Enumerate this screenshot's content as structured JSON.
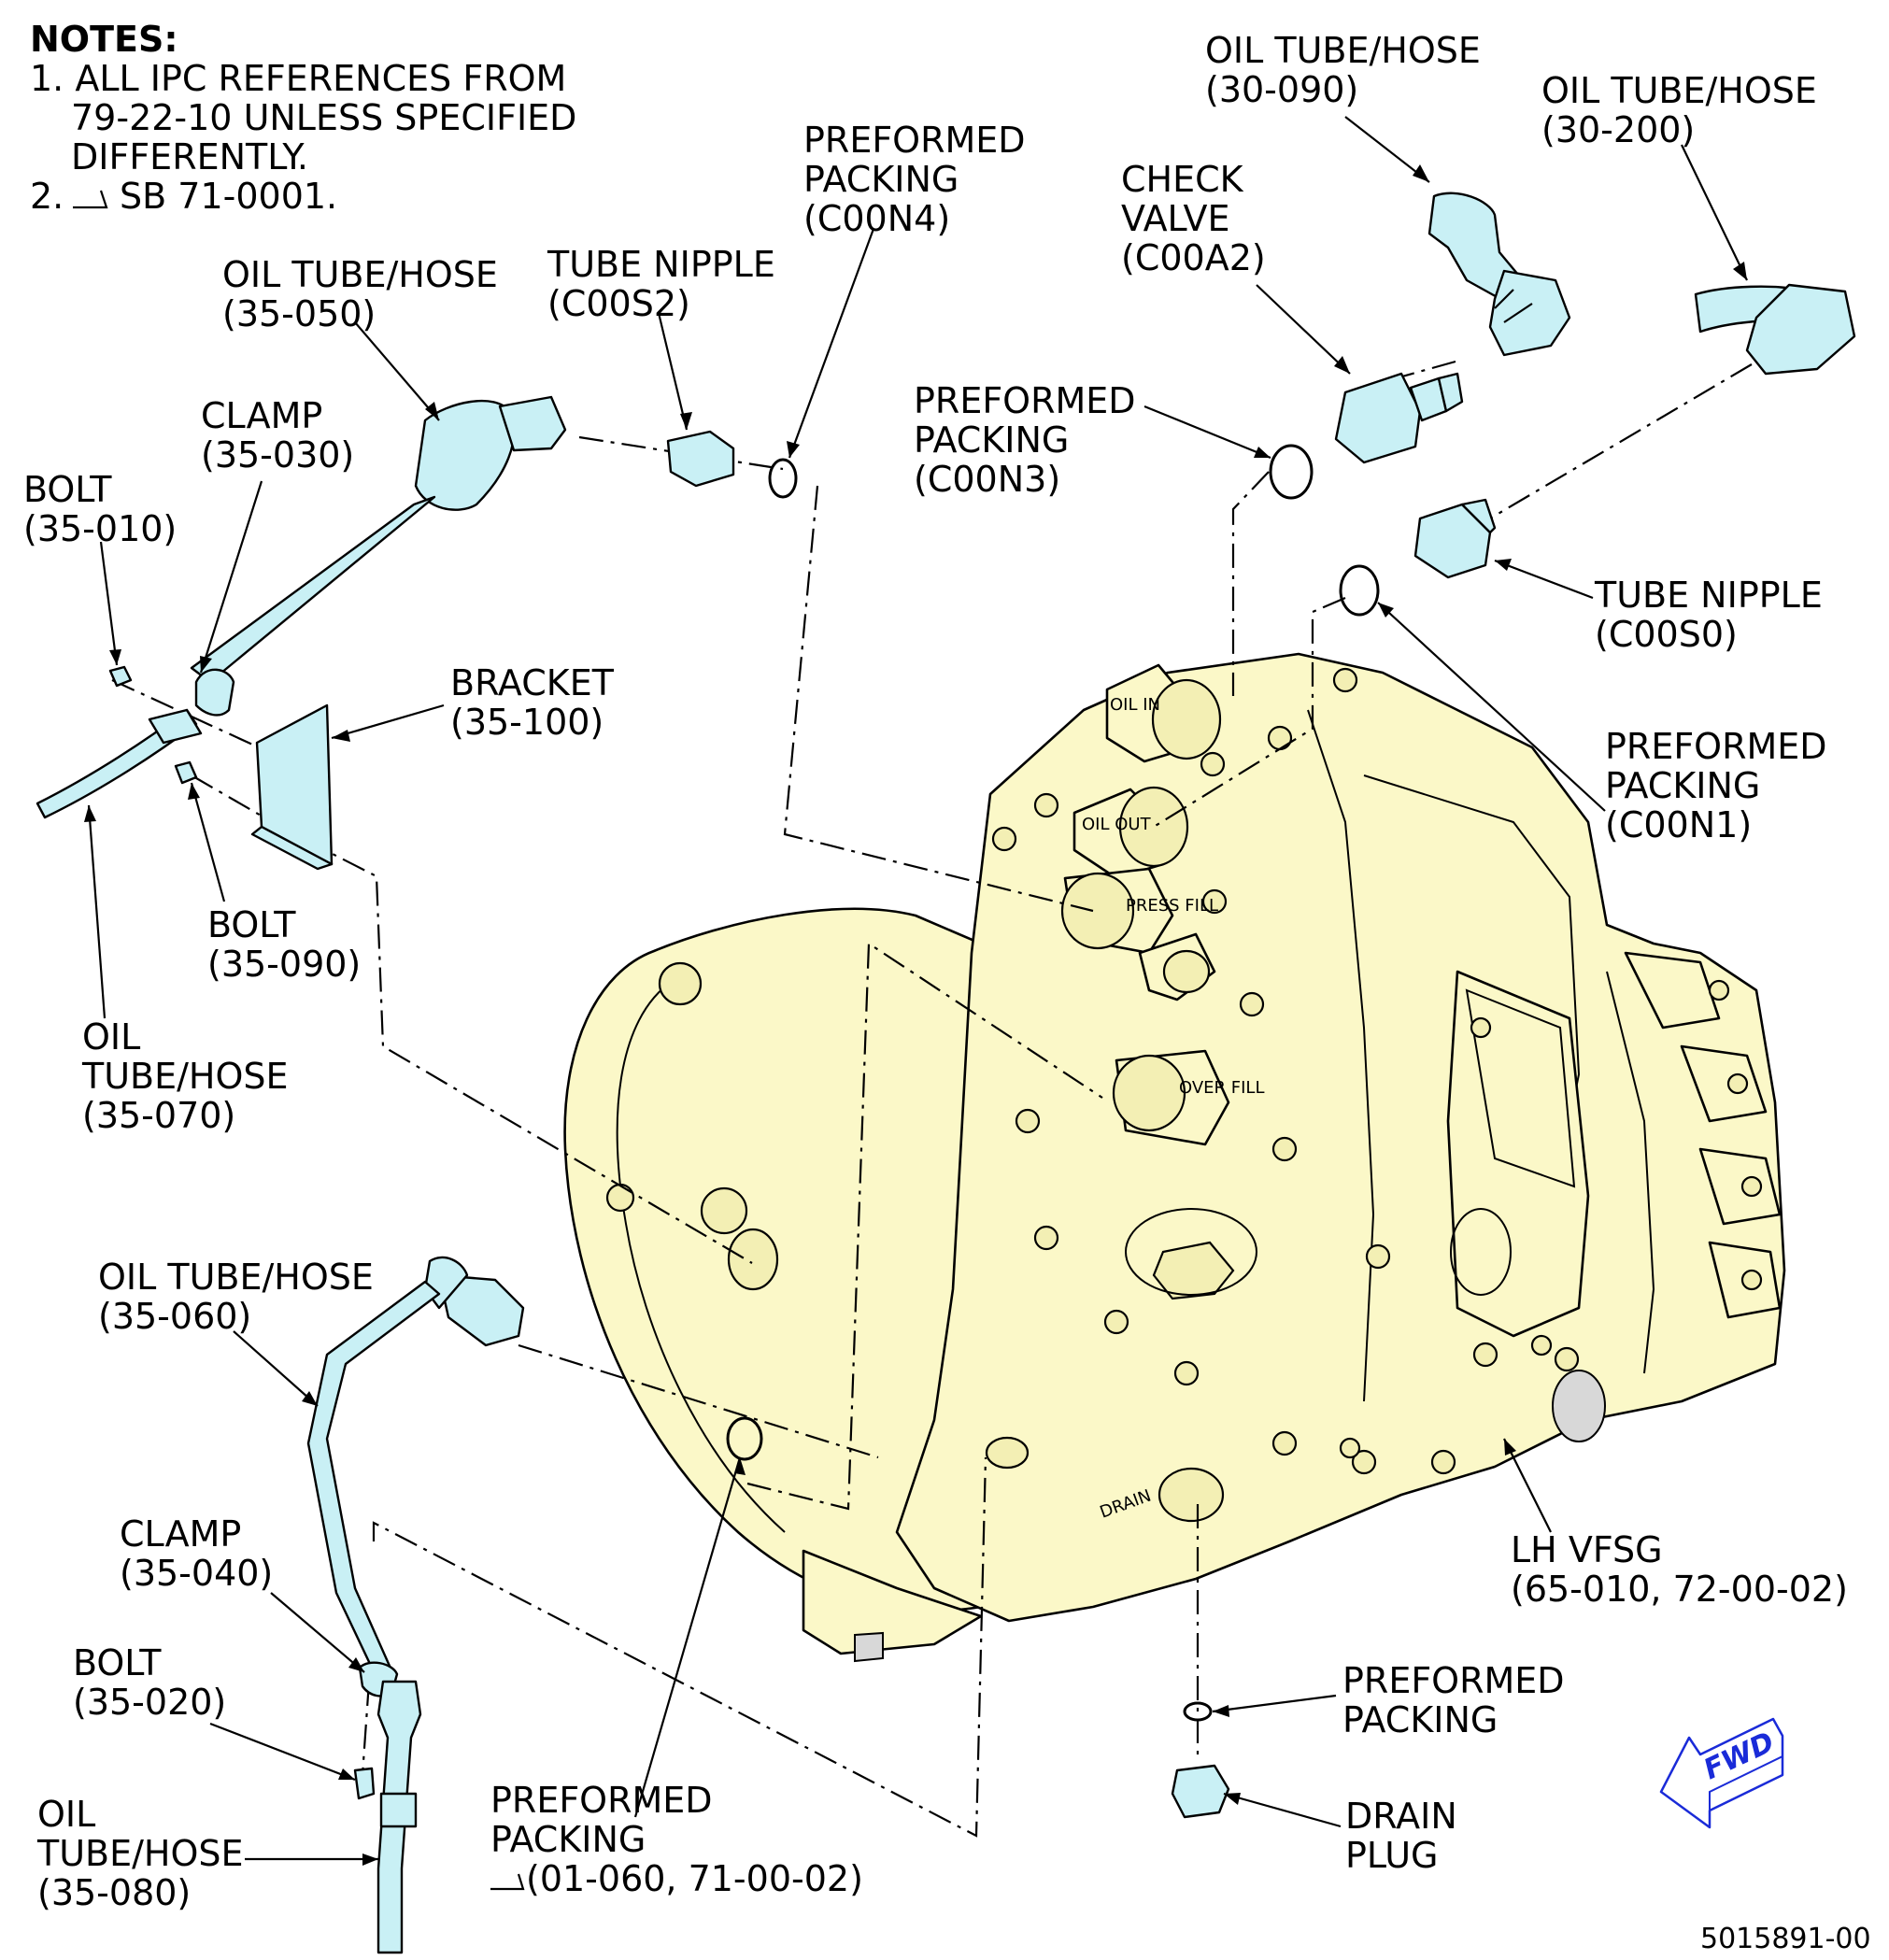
{
  "notes": {
    "title": "NOTES:",
    "line1": "1. ALL IPC REFERENCES FROM",
    "line2": "79-22-10 UNLESS SPECIFIED",
    "line3": "DIFFERENTLY.",
    "line4_prefix": "2.",
    "line4_text": "SB 71-0001."
  },
  "labels": {
    "oil_tube_30_090": [
      "OIL TUBE/HOSE",
      "(30-090)"
    ],
    "oil_tube_30_200": [
      "OIL TUBE/HOSE",
      "(30-200)"
    ],
    "preformed_packing_c00n4": [
      "PREFORMED",
      "PACKING",
      "(C00N4)"
    ],
    "check_valve_c00a2": [
      "CHECK",
      "VALVE",
      "(C00A2)"
    ],
    "oil_tube_35_050": [
      "OIL TUBE/HOSE",
      "(35-050)"
    ],
    "tube_nipple_c00s2": [
      "TUBE NIPPLE",
      "(C00S2)"
    ],
    "preformed_packing_c00n3": [
      "PREFORMED",
      "PACKING",
      "(C00N3)"
    ],
    "clamp_35_030": [
      "CLAMP",
      "(35-030)"
    ],
    "bolt_35_010": [
      "BOLT",
      "(35-010)"
    ],
    "tube_nipple_c00s0": [
      "TUBE NIPPLE",
      "(C00S0)"
    ],
    "bracket_35_100": [
      "BRACKET",
      "(35-100)"
    ],
    "preformed_packing_c00n1": [
      "PREFORMED",
      "PACKING",
      "(C00N1)"
    ],
    "bolt_35_090": [
      "BOLT",
      "(35-090)"
    ],
    "oil_tube_35_070": [
      "OIL",
      "TUBE/HOSE",
      "(35-070)"
    ],
    "oil_tube_35_060": [
      "OIL TUBE/HOSE",
      "(35-060)"
    ],
    "clamp_35_040": [
      "CLAMP",
      "(35-040)"
    ],
    "lh_vfsg": [
      "LH VFSG",
      "(65-010, 72-00-02)"
    ],
    "bolt_35_020": [
      "BOLT",
      "(35-020)"
    ],
    "preformed_packing_drain": [
      "PREFORMED",
      "PACKING"
    ],
    "drain_plug": [
      "DRAIN",
      "PLUG"
    ],
    "oil_tube_35_080": [
      "OIL",
      "TUBE/HOSE",
      "(35-080)"
    ],
    "preformed_packing_01_060": [
      "PREFORMED",
      "PACKING",
      "(01-060, 71-00-02)"
    ]
  },
  "body_marks": {
    "oil_in": "OIL IN",
    "oil_out": "OIL OUT",
    "press_fill": "PRESS FILL",
    "over_fill": "OVER FILL",
    "drain": "DRAIN"
  },
  "fwd_label": "FWD",
  "figure_id": "5015891-00",
  "colors": {
    "part_fill": "#c9f0f5",
    "body_fill": "#fbf8c8",
    "fwd_blue": "#1a2bd8"
  }
}
